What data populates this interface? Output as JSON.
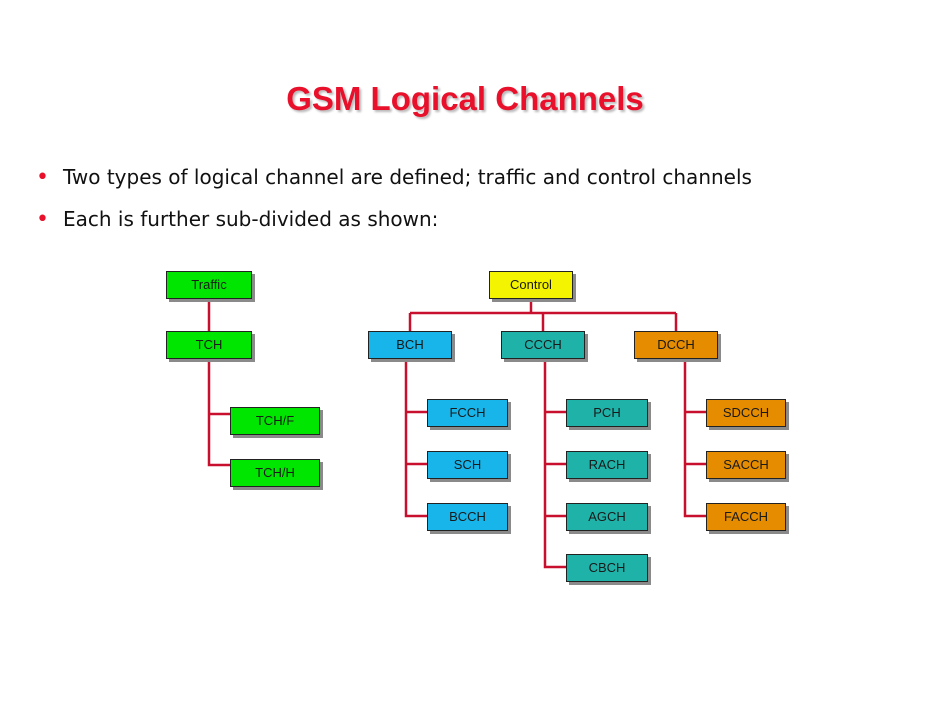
{
  "slide": {
    "title": "GSM Logical Channels",
    "bullets": [
      "Two types of logical channel are defined; traffic and control channels",
      "Each is further sub-divided as shown:"
    ]
  },
  "diagram": {
    "colors": {
      "connector": "#c8102e",
      "traffic": "#00e600",
      "control": "#f4f400",
      "bch": "#17b5ea",
      "ccch": "#1fb2a9",
      "dcch": "#e58c00"
    },
    "traffic": {
      "label": "Traffic",
      "tch": {
        "label": "TCH",
        "children": [
          "TCH/F",
          "TCH/H"
        ]
      }
    },
    "control": {
      "label": "Control",
      "bch": {
        "label": "BCH",
        "children": [
          "FCCH",
          "SCH",
          "BCCH"
        ]
      },
      "ccch": {
        "label": "CCCH",
        "children": [
          "PCH",
          "RACH",
          "AGCH",
          "CBCH"
        ]
      },
      "dcch": {
        "label": "DCCH",
        "children": [
          "SDCCH",
          "SACCH",
          "FACCH"
        ]
      }
    }
  }
}
